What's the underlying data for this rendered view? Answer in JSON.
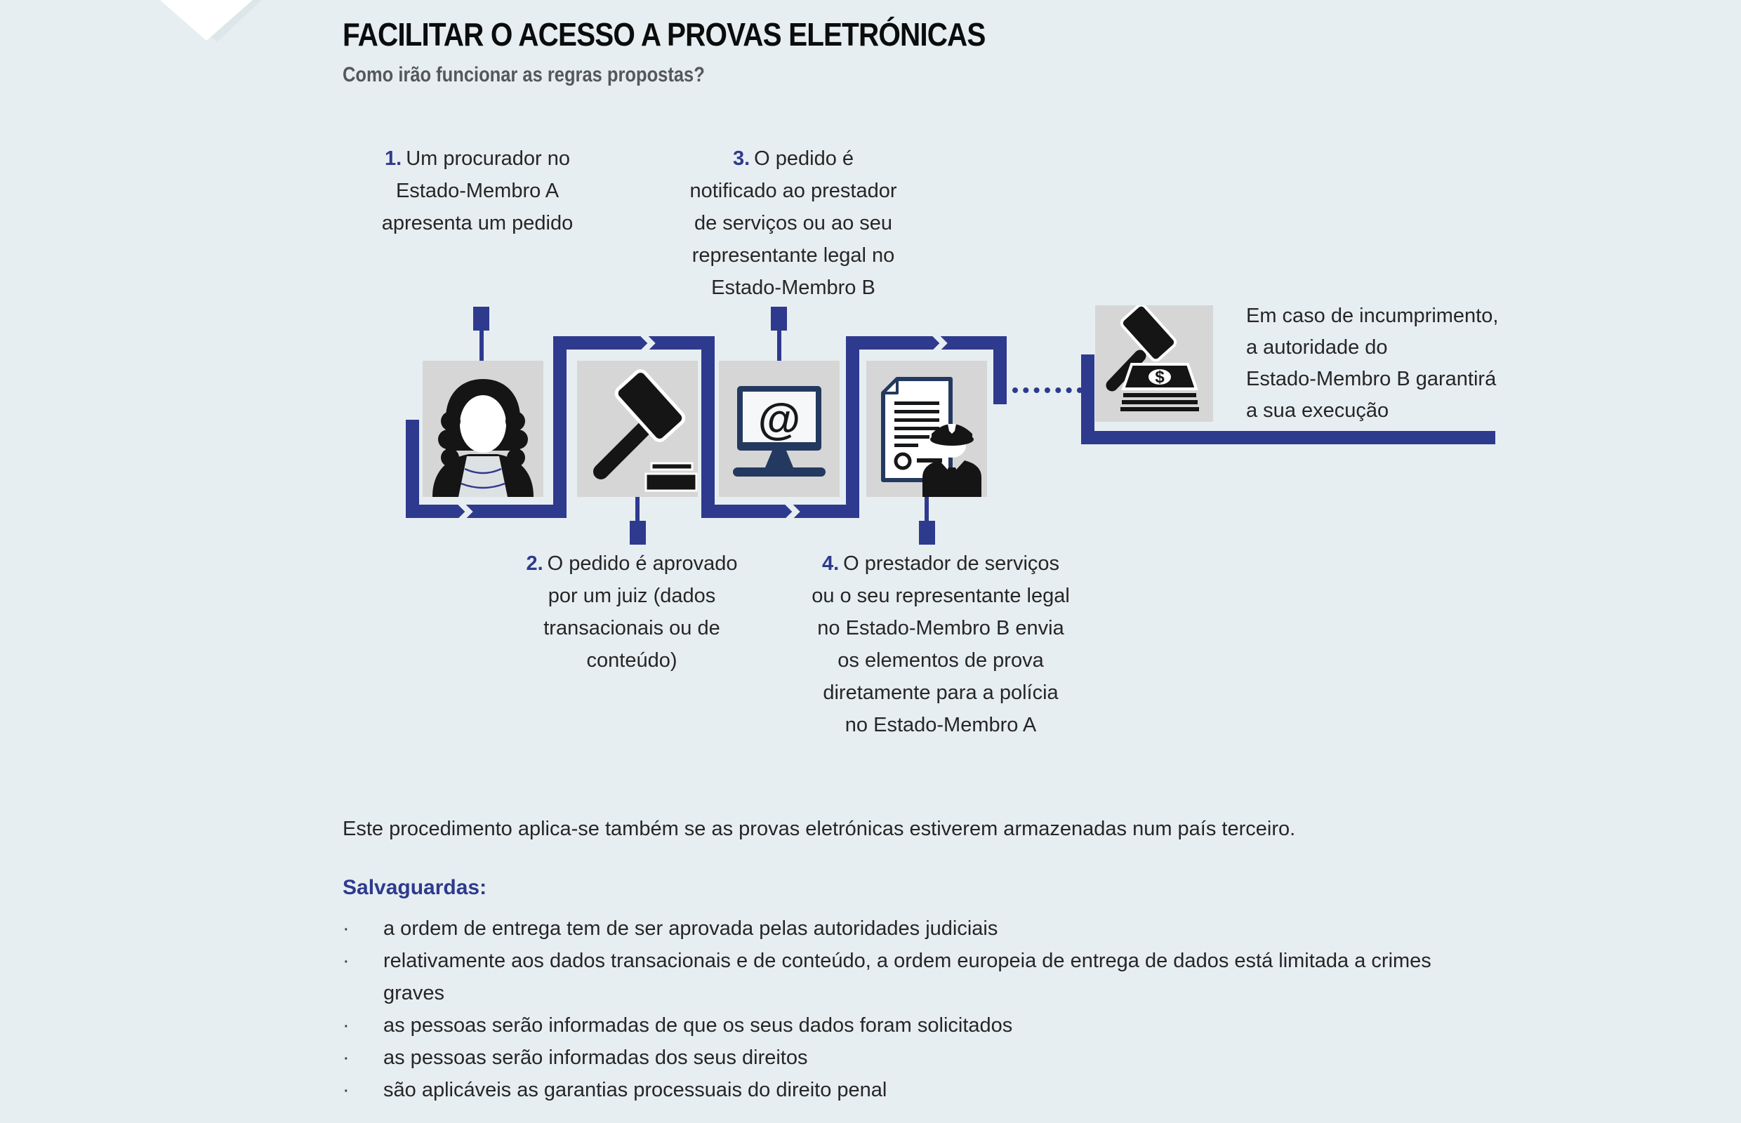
{
  "page": {
    "title": "FACILITAR O ACESSO A PROVAS ELETRÓNICAS",
    "subtitle": "Como irão funcionar as regras propostas?"
  },
  "flow": {
    "steps": [
      {
        "number": "1.",
        "lines": [
          "Um procurador no",
          "Estado-Membro A",
          "apresenta um pedido"
        ],
        "icon": "judge-icon"
      },
      {
        "number": "2.",
        "lines": [
          "O pedido é aprovado",
          "por um juiz (dados",
          "transacionais ou de",
          "conteúdo)"
        ],
        "icon": "gavel-icon"
      },
      {
        "number": "3.",
        "lines": [
          "O pedido é",
          "notificado ao prestador",
          "de serviços ou ao seu",
          "representante legal no",
          "Estado-Membro B"
        ],
        "icon": "computer-at-icon"
      },
      {
        "number": "4.",
        "lines": [
          "O prestador de serviços",
          "ou o seu representante legal",
          "no Estado-Membro B envia",
          "os elementos de prova",
          "diretamente para a polícia",
          "no Estado-Membro A"
        ],
        "icon": "warrant-police-icon"
      }
    ],
    "enforcement": {
      "lines": [
        "Em caso de incumprimento,",
        "a autoridade do",
        "Estado-Membro B garantirá",
        "a sua execução"
      ],
      "icon": "gavel-money-icon"
    }
  },
  "note": "Este procedimento aplica-se também se as provas eletrónicas estiverem armazenadas num país terceiro.",
  "safeguards": {
    "heading": "Salvaguardas:",
    "bullet": "·",
    "items": [
      "a ordem de entrega tem de ser aprovada pelas autoridades judiciais",
      "relativamente aos dados transacionais e de conteúdo, a ordem europeia de entrega de dados está limitada a crimes graves",
      "as pessoas serão informadas de que os seus dados foram solicitados",
      "as pessoas serão informadas dos seus direitos",
      "são aplicáveis as garantias processuais do direito penal"
    ]
  },
  "icons": {
    "at_symbol": "@",
    "dollar_symbol": "$"
  },
  "colors": {
    "background": "#e7eef1",
    "accent_blue": "#2e3a8e",
    "icon_box_gray": "#d6d6d6",
    "icon_navy": "#24395f",
    "icon_black": "#151515",
    "subtitle_gray": "#54585b"
  }
}
